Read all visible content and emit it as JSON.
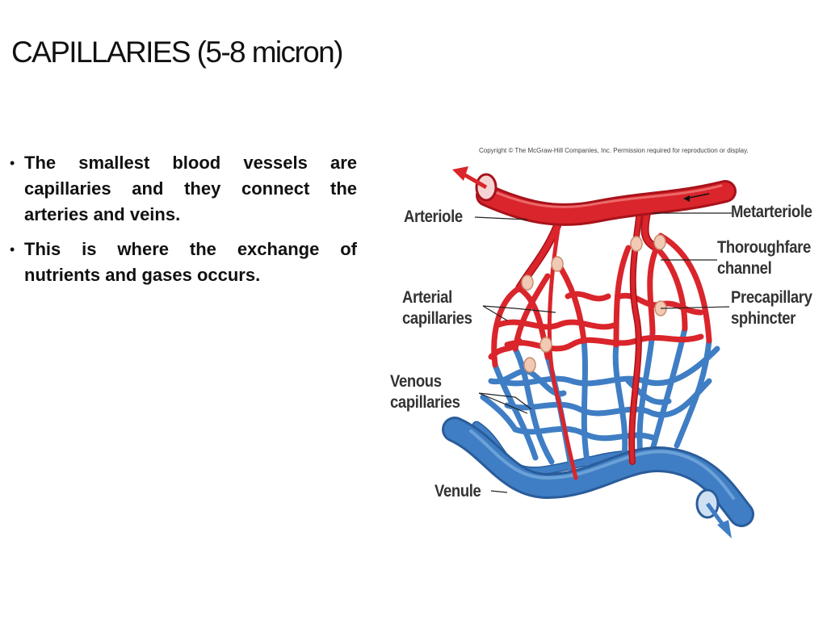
{
  "slide": {
    "title": "CAPILLARIES (5-8 micron)",
    "bullets": [
      "The smallest blood vessels are capillaries and they connect the arteries and veins.",
      "This is where the exchange of nutrients and gases occurs."
    ]
  },
  "figure": {
    "copyright": "Copyright © The McGraw-Hill Companies, Inc. Permission required for reproduction or display.",
    "labels": {
      "arteriole": "Arteriole",
      "metarteriole": "Metarteriole",
      "thoroughfare_1": "Thoroughfare",
      "thoroughfare_2": "channel",
      "arterial_1": "Arterial",
      "arterial_2": "capillaries",
      "precapillary_1": "Precapillary",
      "precapillary_2": "sphincter",
      "venous_1": "Venous",
      "venous_2": "capillaries",
      "venule": "Venule"
    },
    "colors": {
      "arterial": "#d9252b",
      "arterial_dark": "#a8121a",
      "venous": "#3f7ec4",
      "venous_dark": "#2a5c9a",
      "sphincter": "#f2c9b4"
    }
  }
}
